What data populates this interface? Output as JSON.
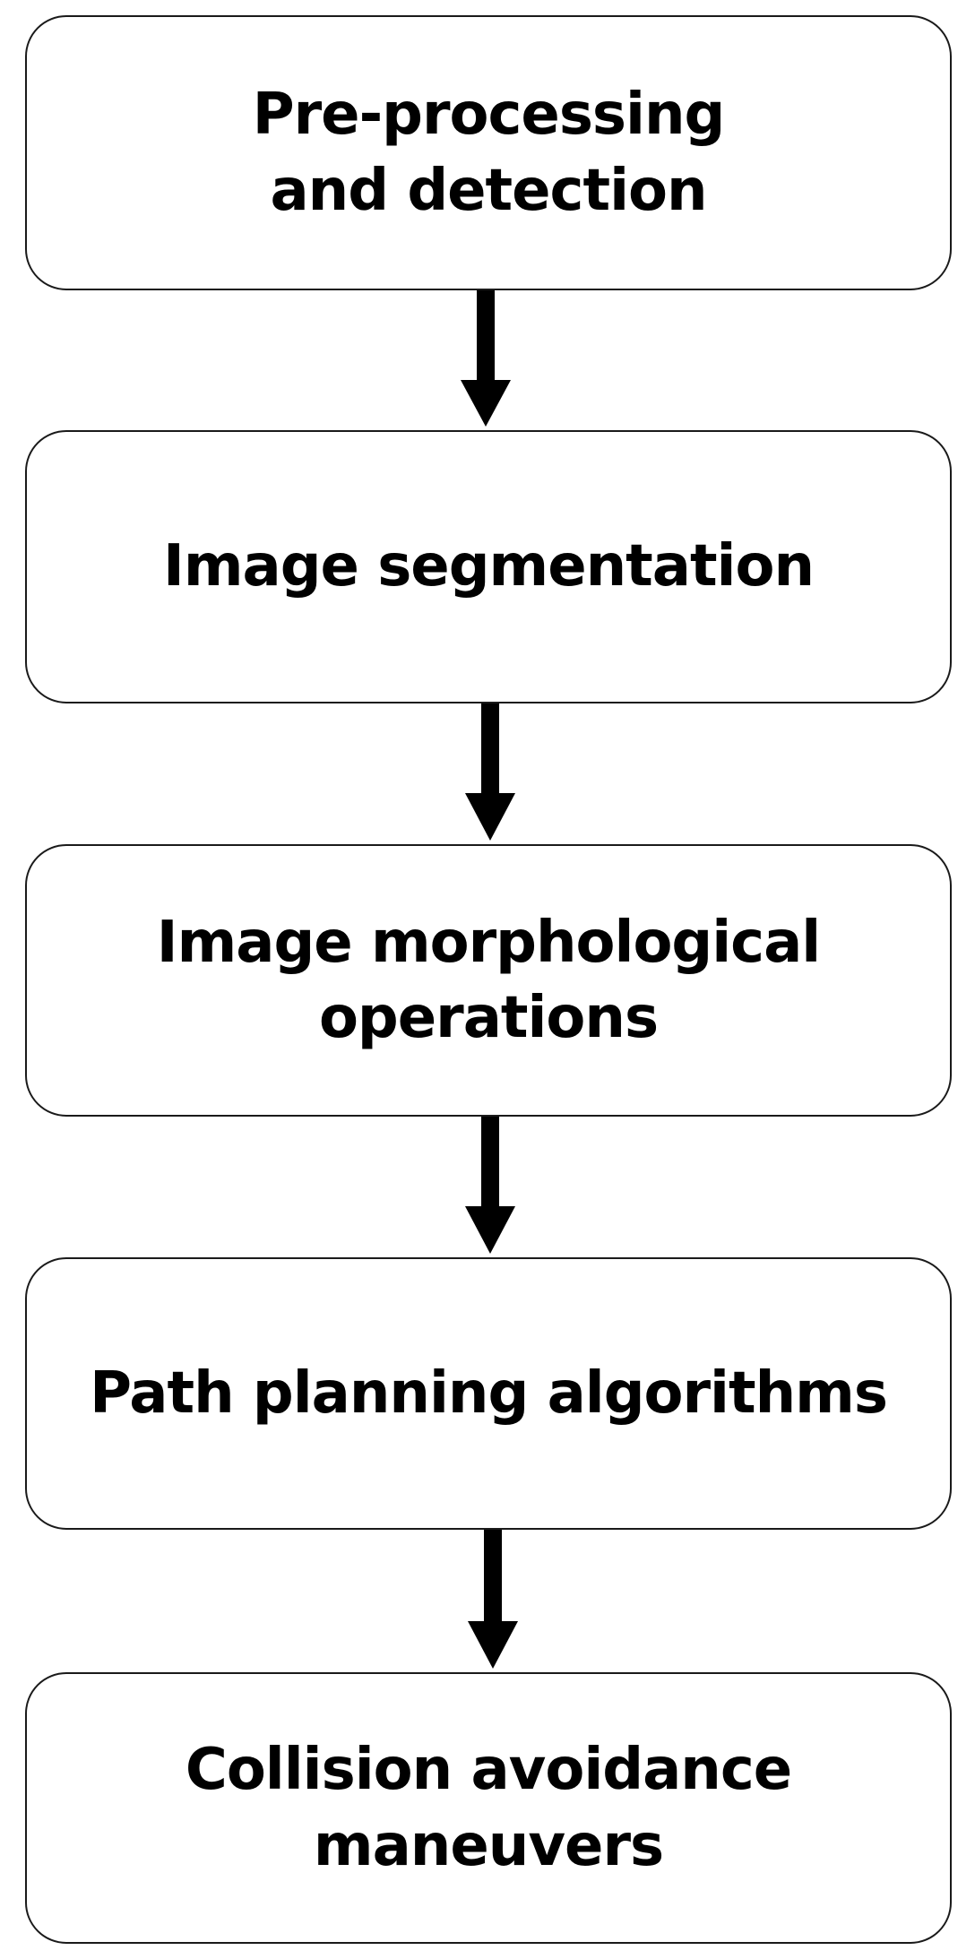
{
  "diagram": {
    "steps": [
      {
        "label": "Pre-processing\nand detection"
      },
      {
        "label": "Image segmentation"
      },
      {
        "label": "Image morphological\noperations"
      },
      {
        "label": "Path planning algorithms"
      },
      {
        "label": "Collision avoidance\nmaneuvers"
      }
    ],
    "colors": {
      "border": "#1a1a1a",
      "arrow": "#000000",
      "text": "#000000",
      "background": "#ffffff"
    },
    "connector": "down-arrow"
  }
}
